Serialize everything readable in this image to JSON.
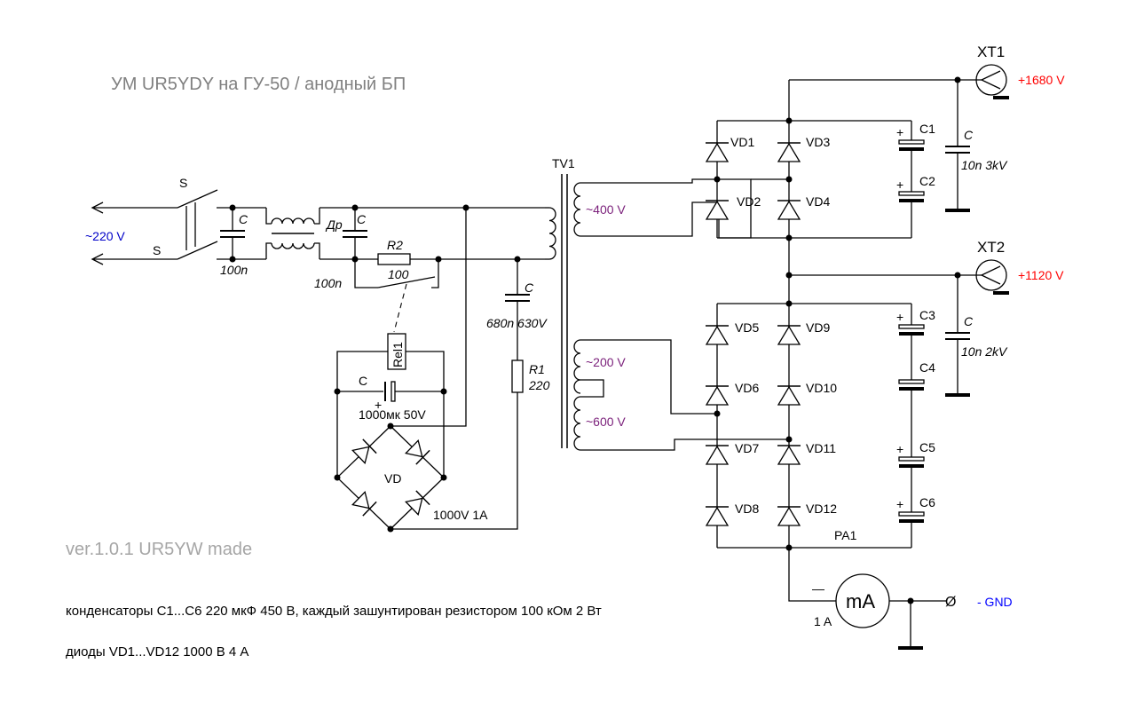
{
  "title": "УМ UR5YDY на ГУ-50 / анодный БП",
  "version": "ver.1.0.1   UR5YW made",
  "notes": {
    "capacitors": "конденсаторы С1...С6 220 мкФ 450 В, каждый зашунтирован резистором 100 кОм 2 Вт",
    "diodes": "диоды VD1...VD12 1000 В 4 А"
  },
  "input": {
    "voltage": "~220 V",
    "switch_label": "S",
    "switch_label_2": "S"
  },
  "filter": {
    "c1_label": "C",
    "c1_value": "100n",
    "choke_label": "Др",
    "c2_label": "C",
    "c2_value": "100n"
  },
  "softstart": {
    "r2_label": "R2",
    "r2_value": "100",
    "relay_label": "Rel1",
    "cap_label": "C",
    "cap_value": "1000мк 50V",
    "cap_polarity": "+",
    "bridge_label": "VD",
    "bridge_value": "1000V 1A",
    "c_label": "C",
    "c_value": "680n 630V",
    "r1_label": "R1",
    "r1_value": "220"
  },
  "transformer": {
    "label": "TV1",
    "w1": "~400 V",
    "w2": "~200 V",
    "w3": "~600 V"
  },
  "upper_rectifier": {
    "diodes": [
      "VD1",
      "VD2",
      "VD3",
      "VD4"
    ],
    "caps": [
      "C1",
      "C2"
    ],
    "cap_polarity": "+",
    "hv_cap_label": "C",
    "hv_cap_value": "10n 3kV"
  },
  "lower_rectifier": {
    "diodes": [
      "VD5",
      "VD6",
      "VD7",
      "VD8",
      "VD9",
      "VD10",
      "VD11",
      "VD12"
    ],
    "caps": [
      "C3",
      "C4",
      "C5",
      "C6"
    ],
    "cap_polarity": "+",
    "hv_cap_label": "C",
    "hv_cap_value": "10n 2kV"
  },
  "outputs": {
    "xt1_label": "XT1",
    "xt1_voltage": "+1680 V",
    "xt2_label": "XT2",
    "xt2_voltage": "+1120 V",
    "gnd_label": "- GND",
    "gnd_symbol": "Ø"
  },
  "meter": {
    "label": "PA1",
    "unit": "mA",
    "range": "1 A",
    "minus": "—"
  },
  "colors": {
    "title": "#808080",
    "version": "#a6a6a6",
    "mains": "#0000c8",
    "secondary": "#7a1f7a",
    "hv_output": "#ff0000",
    "gnd": "#0000ff"
  },
  "icons": {
    "diode": "diode-icon",
    "capacitor": "capacitor-icon",
    "resistor": "resistor-icon",
    "terminal": "terminal-icon",
    "ground": "ground-icon",
    "meter": "ammeter-icon"
  }
}
